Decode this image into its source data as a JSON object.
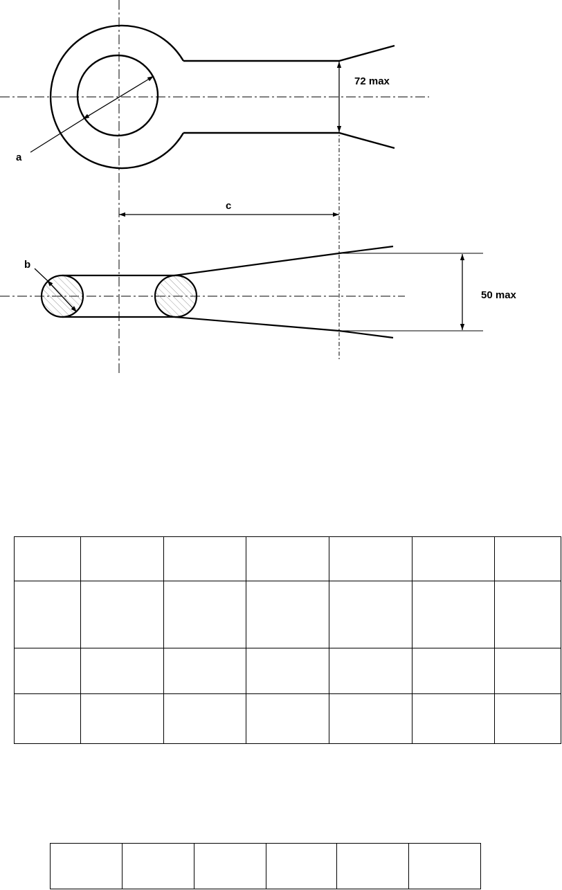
{
  "drawing": {
    "labels": {
      "a": "a",
      "b": "b",
      "c": "c",
      "width_limit": "72 max",
      "height_limit": "50 max"
    },
    "colors": {
      "line": "#000000",
      "hatch": "#9a9a9a"
    }
  },
  "table_main": {
    "rows": [
      [
        "",
        "",
        "",
        "",
        "",
        "",
        ""
      ],
      [
        "",
        "",
        "",
        "",
        "",
        "",
        ""
      ],
      [
        "",
        "",
        "",
        "",
        "",
        "",
        ""
      ],
      [
        "",
        "",
        "",
        "",
        "",
        "",
        ""
      ]
    ]
  },
  "table_small": {
    "rows": [
      [
        "",
        "",
        "",
        "",
        "",
        ""
      ]
    ]
  }
}
